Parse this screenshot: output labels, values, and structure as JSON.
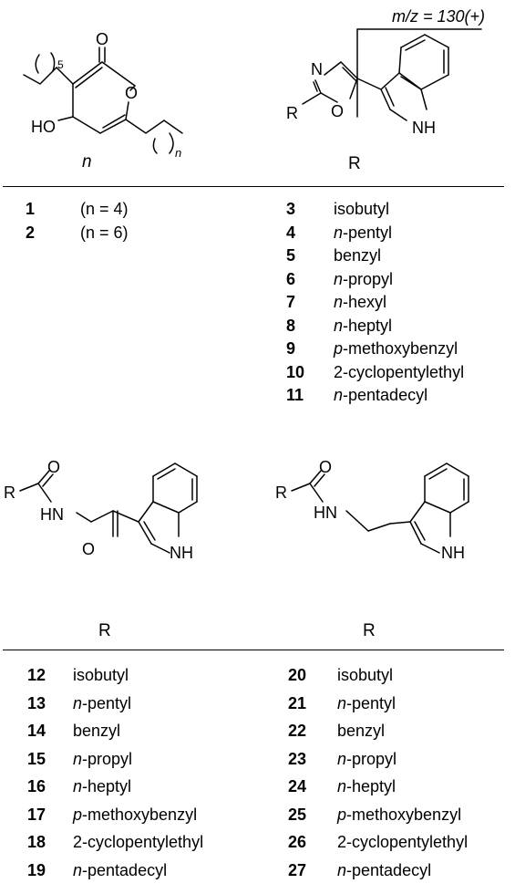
{
  "top_left": {
    "header": "n",
    "atom_O1": "O",
    "atom_O2": "O",
    "atom_HO": "HO",
    "sub_5": "5",
    "sub_n": "n",
    "entries": [
      {
        "num": "1",
        "desc": "(n = 4)"
      },
      {
        "num": "2",
        "desc": "(n = 6)"
      }
    ]
  },
  "top_right": {
    "header": "R",
    "annotation": "m/z = 130(+)",
    "atom_N": "N",
    "atom_O": "O",
    "atom_R": "R",
    "atom_NH": "NH",
    "entries": [
      {
        "num": "3",
        "prefix": "",
        "name": "isobutyl"
      },
      {
        "num": "4",
        "prefix": "n",
        "name": "-pentyl"
      },
      {
        "num": "5",
        "prefix": "",
        "name": "benzyl"
      },
      {
        "num": "6",
        "prefix": "n",
        "name": "-propyl"
      },
      {
        "num": "7",
        "prefix": "n",
        "name": "-hexyl"
      },
      {
        "num": "8",
        "prefix": "n",
        "name": "-heptyl"
      },
      {
        "num": "9",
        "prefix": "p",
        "name": "-methoxybenzyl"
      },
      {
        "num": "10",
        "prefix": "",
        "name": "2-cyclopentylethyl"
      },
      {
        "num": "11",
        "prefix": "n",
        "name": "-pentadecyl"
      }
    ]
  },
  "bottom_left": {
    "header": "R",
    "atom_R": "R",
    "atom_O1": "O",
    "atom_HN": "HN",
    "atom_O2": "O",
    "atom_NH": "NH",
    "entries": [
      {
        "num": "12",
        "prefix": "",
        "name": "isobutyl"
      },
      {
        "num": "13",
        "prefix": "n",
        "name": "-pentyl"
      },
      {
        "num": "14",
        "prefix": "",
        "name": "benzyl"
      },
      {
        "num": "15",
        "prefix": "n",
        "name": "-propyl"
      },
      {
        "num": "16",
        "prefix": "n",
        "name": "-heptyl"
      },
      {
        "num": "17",
        "prefix": "p",
        "name": "-methoxybenzyl"
      },
      {
        "num": "18",
        "prefix": "",
        "name": "2-cyclopentylethyl"
      },
      {
        "num": "19",
        "prefix": "n",
        "name": "-pentadecyl"
      }
    ]
  },
  "bottom_right": {
    "header": "R",
    "atom_R": "R",
    "atom_O": "O",
    "atom_HN": "HN",
    "atom_NH": "NH",
    "entries": [
      {
        "num": "20",
        "prefix": "",
        "name": "isobutyl"
      },
      {
        "num": "21",
        "prefix": "n",
        "name": "-pentyl"
      },
      {
        "num": "22",
        "prefix": "",
        "name": "benzyl"
      },
      {
        "num": "23",
        "prefix": "n",
        "name": "-propyl"
      },
      {
        "num": "24",
        "prefix": "n",
        "name": "-heptyl"
      },
      {
        "num": "25",
        "prefix": "p",
        "name": "-methoxybenzyl"
      },
      {
        "num": "26",
        "prefix": "",
        "name": "2-cyclopentylethyl"
      },
      {
        "num": "27",
        "prefix": "n",
        "name": "-pentadecyl"
      }
    ]
  }
}
